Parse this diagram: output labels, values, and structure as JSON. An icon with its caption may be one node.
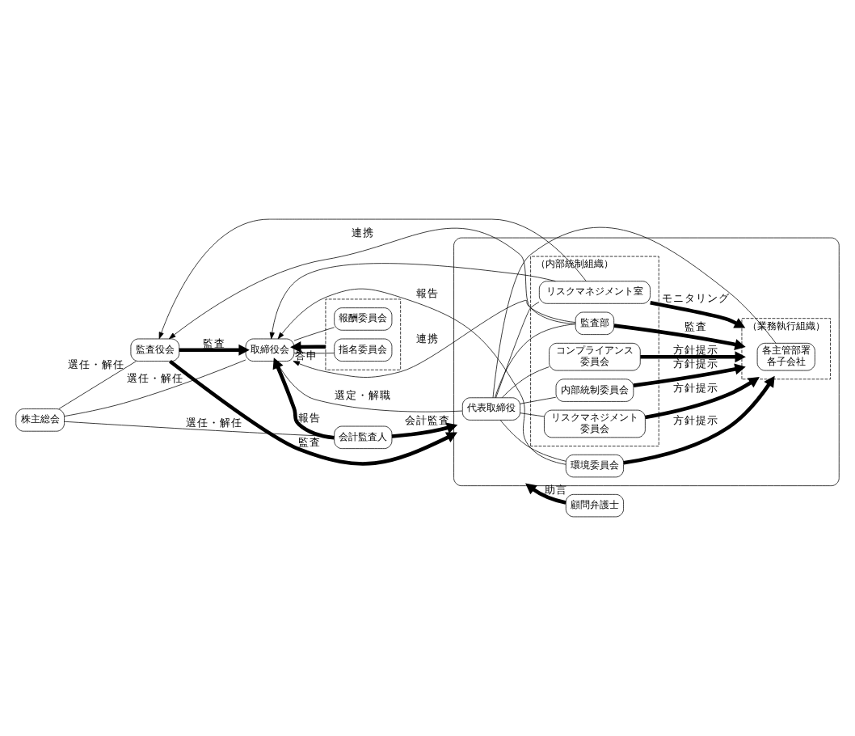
{
  "diagram": {
    "nodes": [
      {
        "text": [
          "株主総会"
        ]
      },
      {
        "text": [
          "監査役会"
        ]
      },
      {
        "text": [
          "取締役会"
        ]
      },
      {
        "text": [],
        "shape": "box"
      },
      {
        "text": [
          "指名委員会"
        ],
        "in": 3
      },
      {
        "text": [
          "報酬委員会"
        ],
        "in": 3
      },
      {
        "text": [
          "会計監査人"
        ]
      },
      {
        "text": [],
        "shape": "box"
      },
      {
        "text": [
          "代表取締役"
        ],
        "in": 7
      },
      {
        "text": [
          "環境委員会"
        ],
        "in": 7
      },
      {
        "text": [
          "（内部統制組織）"
        ],
        "in": 7
      },
      {
        "text": [
          "リスクマネジメント室"
        ],
        "in": 10
      },
      {
        "text": [
          "監査部"
        ],
        "in": 10
      },
      {
        "text": [
          "内部統制委員会"
        ],
        "in": 10
      },
      {
        "text": [
          "コンプライアンス委員会"
        ],
        "in": 10
      },
      {
        "text": [
          "リスクマネジメント委員会"
        ],
        "in": 10
      },
      {
        "text": [
          "（業務執行組織）"
        ],
        "in": 7
      },
      {
        "text": [
          "各主管部署",
          "各子会社"
        ],
        "in": 16
      },
      {
        "text": [
          "顧問弁護士"
        ]
      }
    ],
    "edges": [
      {
        "from": 0,
        "to": 1,
        "arrow": "none",
        "label": "選任・解任"
      },
      {
        "from": 0,
        "to": 2,
        "arrow": "none",
        "label": "選任・解任"
      },
      {
        "from": 0,
        "to": 6,
        "arrow": "none",
        "label": "選任・解任"
      },
      {
        "from": 1,
        "to": 2,
        "arrow": "to",
        "label": "監査",
        "style": "thick"
      },
      {
        "from": 6,
        "to": 2,
        "arrow": "to",
        "label": "報告",
        "style": "thick"
      },
      {
        "from": 2,
        "to": 4,
        "arrow": "none"
      },
      {
        "from": 2,
        "to": 5,
        "arrow": "none"
      },
      {
        "from": 3,
        "to": 2,
        "arrow": "to",
        "label": "答申",
        "style": "thick"
      },
      {
        "from": 1,
        "to": 7,
        "arrow": "to",
        "label": "監査",
        "style": "thick"
      },
      {
        "from": 12,
        "to": 1,
        "arrow": "to",
        "label": "連携"
      },
      {
        "from": 12,
        "to": 2,
        "arrow": "to",
        "label": "連携"
      },
      {
        "from": 11,
        "to": 1,
        "arrow": "to"
      },
      {
        "from": 11,
        "to": 2,
        "arrow": "to"
      },
      {
        "from": 9,
        "to": 2,
        "arrow": "to",
        "label": "報告"
      },
      {
        "from": 2,
        "to": 8,
        "arrow": "none",
        "label": "選定・解職"
      },
      {
        "from": 6,
        "to": 7,
        "arrow": "to",
        "label": "会計監査",
        "style": "thick"
      },
      {
        "from": 18,
        "to": 7,
        "arrow": "to",
        "label": "助言",
        "style": "thick"
      },
      {
        "from": 8,
        "to": 9,
        "arrow": "none"
      },
      {
        "from": 8,
        "to": 11,
        "arrow": "none"
      },
      {
        "from": 8,
        "to": 12,
        "arrow": "none"
      },
      {
        "from": 8,
        "to": 13,
        "arrow": "none"
      },
      {
        "from": 8,
        "to": 14,
        "arrow": "none"
      },
      {
        "from": 8,
        "to": 15,
        "arrow": "none"
      },
      {
        "from": 9,
        "to": 16,
        "arrow": "to",
        "label": "方針提示",
        "style": "thick"
      },
      {
        "from": 11,
        "to": 16,
        "arrow": "to",
        "label": "モニタリング",
        "style": "thick"
      },
      {
        "from": 12,
        "to": 16,
        "arrow": "to",
        "label": "監査",
        "style": "thick"
      },
      {
        "from": 13,
        "to": 16,
        "arrow": "to",
        "label": "方針提示",
        "style": "thick"
      },
      {
        "from": 14,
        "to": 16,
        "arrow": "to",
        "label": "方針提示",
        "style": "thick"
      },
      {
        "from": 15,
        "to": 16,
        "arrow": "to",
        "label": "方針提示",
        "style": "thick"
      },
      {
        "from": 8,
        "to": 17,
        "arrow": "none"
      }
    ]
  }
}
